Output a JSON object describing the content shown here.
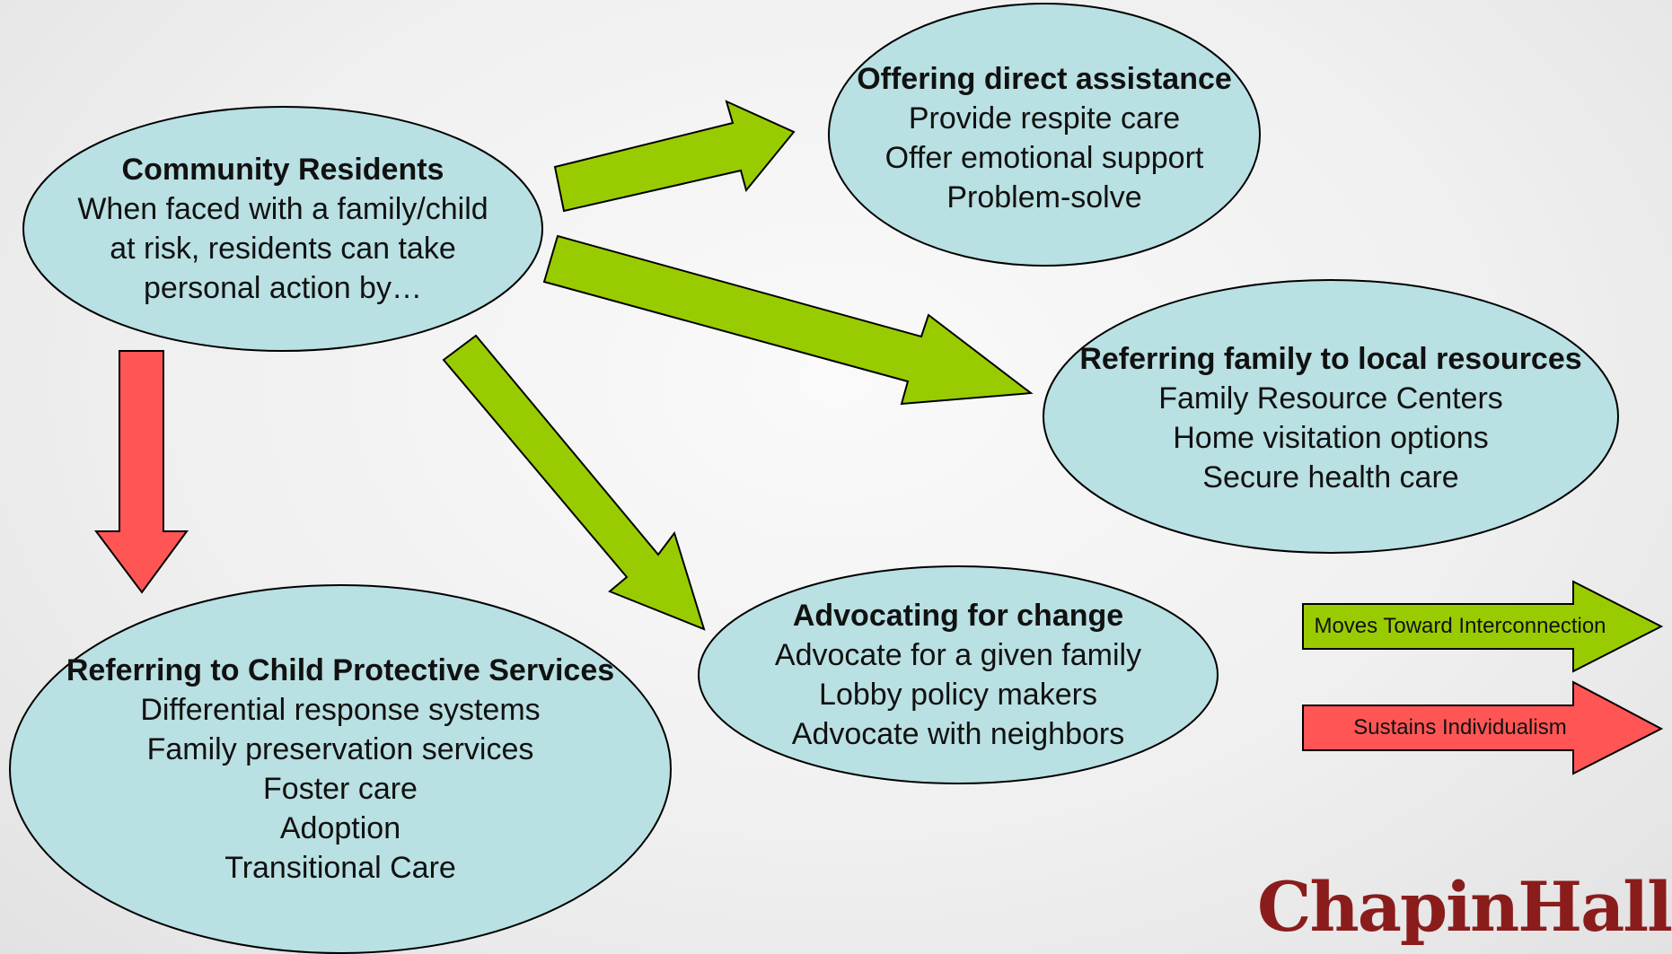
{
  "nodes": {
    "community": {
      "title": "Community Residents",
      "lines": [
        "When faced with a family/child",
        "at risk, residents can take",
        "personal action by…"
      ]
    },
    "direct": {
      "title": "Offering direct assistance",
      "lines": [
        "Provide respite care",
        "Offer emotional support",
        "Problem-solve"
      ]
    },
    "local": {
      "title": "Referring family to local resources",
      "lines": [
        "Family Resource Centers",
        "Home visitation options",
        "Secure health care"
      ]
    },
    "advocating": {
      "title": "Advocating for change",
      "lines": [
        "Advocate for a given family",
        "Lobby policy makers",
        "Advocate with neighbors"
      ]
    },
    "cps": {
      "title": "Referring to Child Protective Services",
      "lines": [
        "Differential response systems",
        "Family preservation services",
        "Foster care",
        "Adoption",
        "Transitional Care"
      ]
    }
  },
  "legend": {
    "green": "Moves Toward Interconnection",
    "red": "Sustains Individualism"
  },
  "colors": {
    "node_fill": "#b9e0e2",
    "green_arrow": "#99cc00",
    "red_arrow": "#ff5555",
    "logo": "#8b1c1c"
  },
  "logo_text": "ChapinHall"
}
